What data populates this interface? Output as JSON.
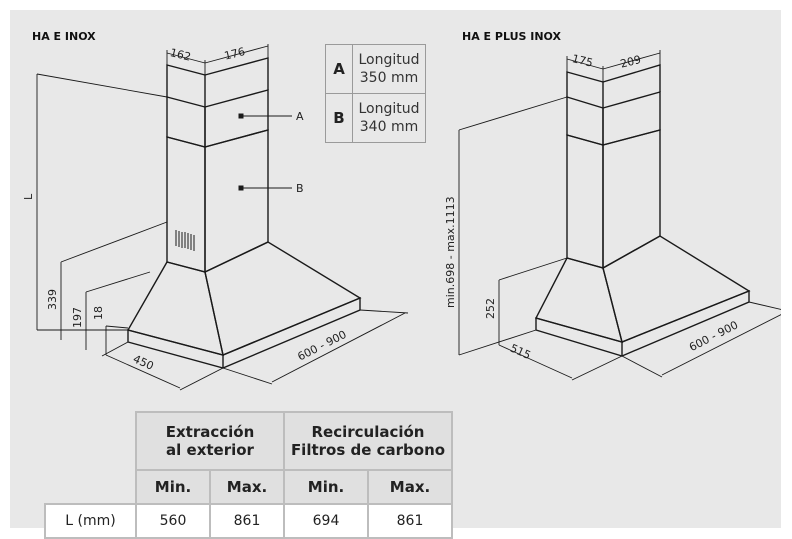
{
  "left_model": {
    "title": "HA E INOX",
    "dims": {
      "d162": "162",
      "d176": "176",
      "L": "L",
      "d339": "339",
      "d197": "197",
      "d18": "18",
      "d450": "450",
      "d600_900": "600 - 900"
    },
    "labels": {
      "A": "A",
      "B": "B"
    }
  },
  "right_model": {
    "title": "HA E PLUS INOX",
    "dims": {
      "d175": "175",
      "d209": "209",
      "height_range": "min.698 - max.1113",
      "d252": "252",
      "d515": "515",
      "d600_900": "600 - 900"
    }
  },
  "parts_table": [
    {
      "letter": "A",
      "line1": "Longitud",
      "line2": "350 mm"
    },
    {
      "letter": "B",
      "line1": "Longitud",
      "line2": "340 mm"
    }
  ],
  "spec_table": {
    "groups": [
      {
        "line1": "Extracción",
        "line2": "al exterior"
      },
      {
        "line1": "Recirculación",
        "line2": "Filtros de carbono"
      }
    ],
    "sub_headers": [
      "Min.",
      "Max.",
      "Min.",
      "Max."
    ],
    "row_label": "L (mm)",
    "values": [
      "560",
      "861",
      "694",
      "861"
    ]
  }
}
